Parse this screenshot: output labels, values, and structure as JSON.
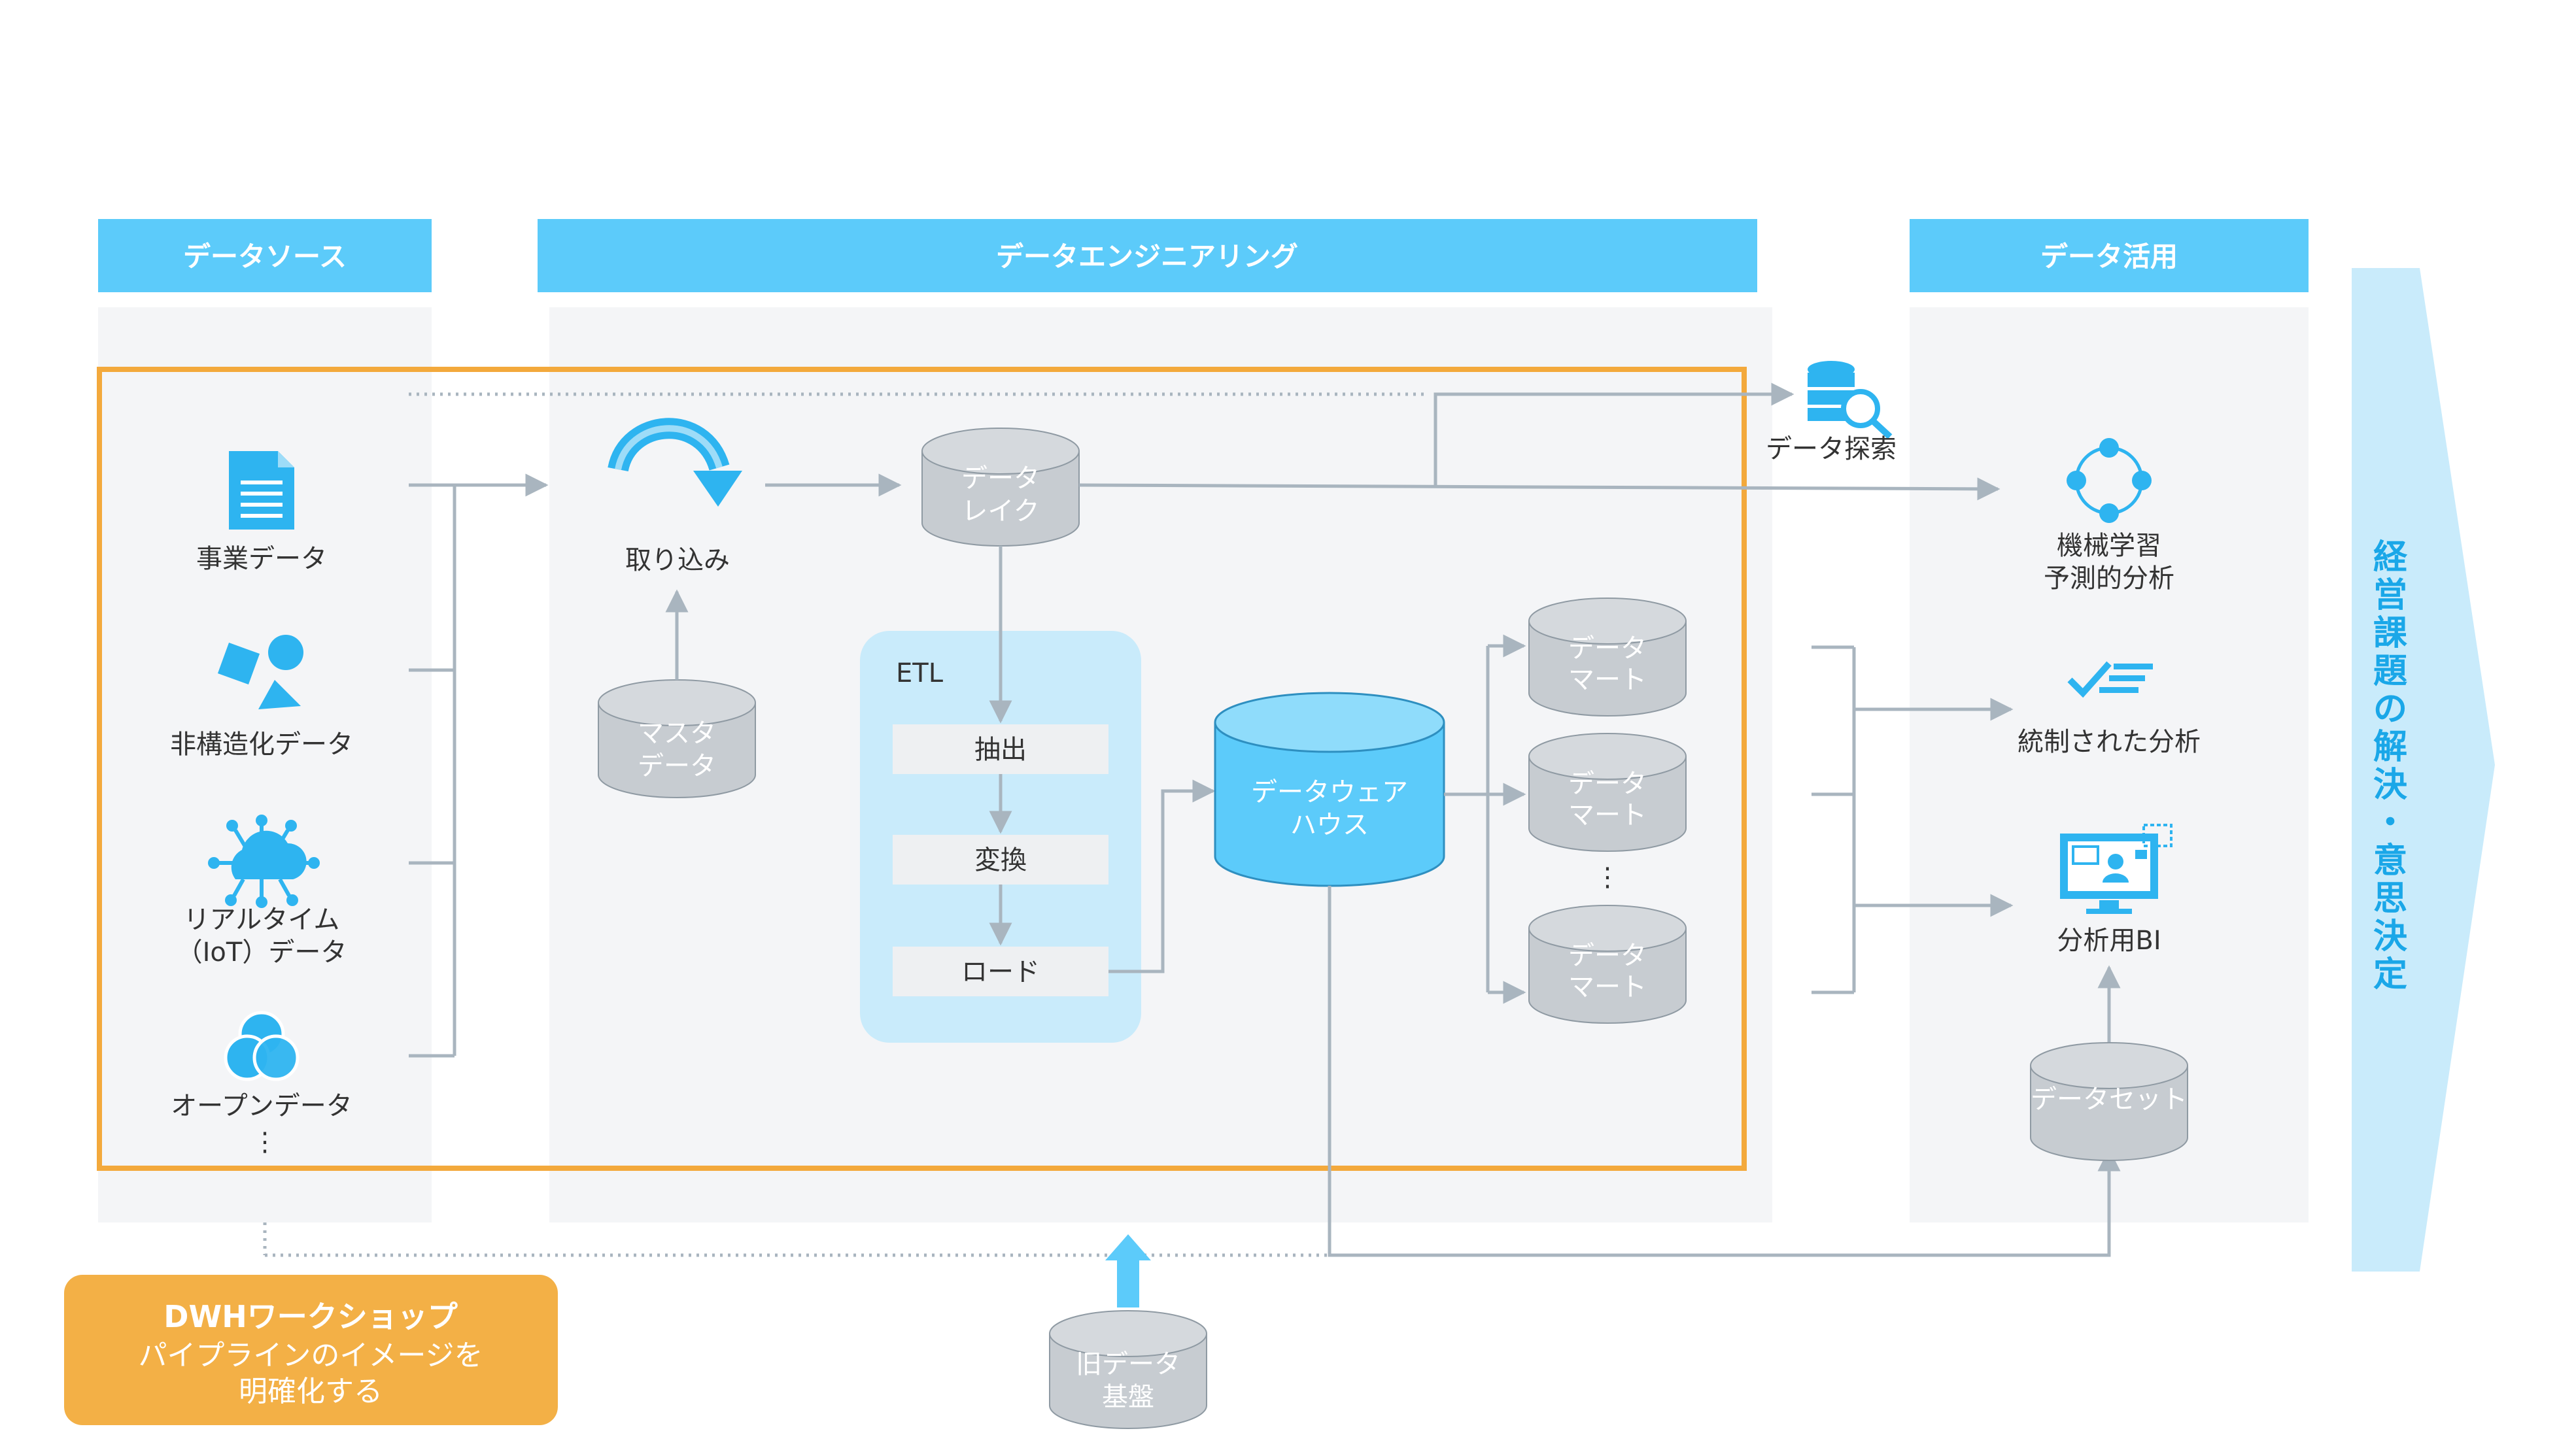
{
  "headers": {
    "source": "データソース",
    "engineering": "データエンジニアリング",
    "usage": "データ活用"
  },
  "sources": {
    "business": "事業データ",
    "unstructured": "非構造化データ",
    "realtime_1": "リアルタイム",
    "realtime_2": "（IoT）データ",
    "open": "オープンデータ",
    "more": "⋮"
  },
  "engineering": {
    "ingest": "取り込み",
    "master_1": "マスタ",
    "master_2": "データ",
    "lake_1": "データ",
    "lake_2": "レイク",
    "etl_title": "ETL",
    "etl_extract": "抽出",
    "etl_transform": "変換",
    "etl_load": "ロード",
    "dwh_1": "データウェア",
    "dwh_2": "ハウス",
    "mart_1": "データ",
    "mart_2": "マート",
    "mart_more": "⋮",
    "legacy_1": "旧データ",
    "legacy_2": "基盤"
  },
  "usage": {
    "explore": "データ探索",
    "ml_1": "機械学習",
    "ml_2": "予測的分析",
    "governed": "統制された分析",
    "bi": "分析用BI",
    "dataset": "データセット"
  },
  "side_label": [
    "経",
    "営",
    "課",
    "題",
    "の",
    "解",
    "決",
    "・",
    "意",
    "思",
    "決",
    "定"
  ],
  "workshop": {
    "title": "DWHワークショップ",
    "line1": "パイプラインのイメージを",
    "line2": "明確化する"
  },
  "colors": {
    "header": "#5ccbfa",
    "panel": "#f4f5f7",
    "orange": "#f3a93c",
    "cylinder_gray": "#c7ccd1",
    "cylinder_blue": "#5ccbfa",
    "etl_bg": "#c9ebfb",
    "arrow": "#a9b5bf",
    "side_arrow": "#c9ebfb",
    "icon_blue": "#2eb4f0"
  }
}
